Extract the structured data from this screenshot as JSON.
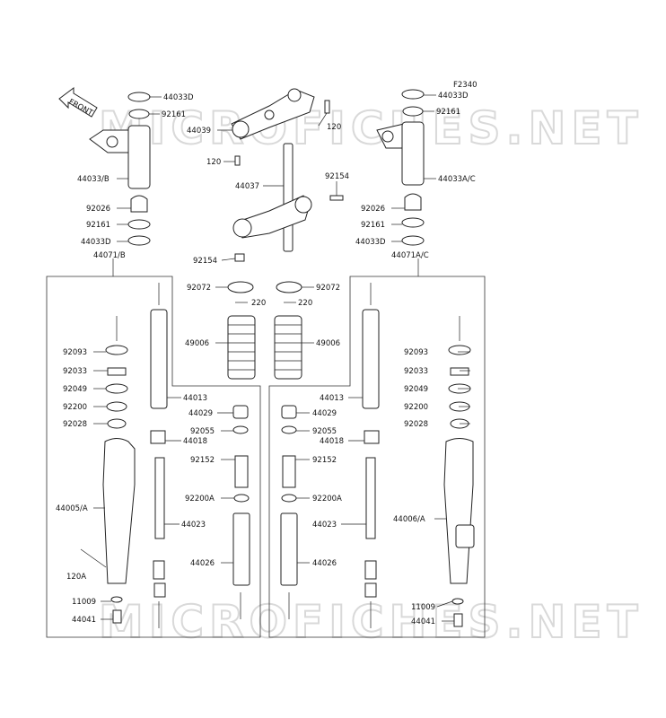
{
  "figure_code": "F2340",
  "watermark": "MICROFICHES.NET",
  "front_arrow": "FRONT",
  "labels": {
    "l44033D_tl": "44033D",
    "l92161_tl": "92161",
    "l44033B": "44033/B",
    "l92026_l": "92026",
    "l92161_l": "92161",
    "l44033D_l": "44033D",
    "l44071B": "44071/B",
    "l44039": "44039",
    "l120_top": "120",
    "l120_mid": "120",
    "l44037": "44037",
    "l92154_r": "92154",
    "l92154_b": "92154",
    "l44033D_tr": "44033D",
    "l92161_tr": "92161",
    "l44033AC": "44033A/C",
    "l92026_r": "92026",
    "l92161_r": "92161",
    "l44033D_r": "44033D",
    "l44071AC": "44071A/C",
    "l92072_l": "92072",
    "l220_l": "220",
    "l92072_r": "92072",
    "l220_r": "220",
    "l49006_l": "49006",
    "l49006_r": "49006",
    "l92093_l": "92093",
    "l92033_l": "92033",
    "l92049_l": "92049",
    "l92200_l": "92200",
    "l92028_l": "92028",
    "l44005A": "44005/A",
    "l120A": "120A",
    "l11009_l": "11009",
    "l44041_l": "44041",
    "l44013_l": "44013",
    "l44029_l": "44029",
    "l92055_l": "92055",
    "l44018_l": "44018",
    "l92152_l": "92152",
    "l92200A_l": "92200A",
    "l44023_l": "44023",
    "l44026_l": "44026",
    "l44013_r": "44013",
    "l44029_r": "44029",
    "l92055_r": "92055",
    "l44018_r": "44018",
    "l92152_r": "92152",
    "l92200A_r": "92200A",
    "l44023_r": "44023",
    "l44026_r": "44026",
    "l92093_r": "92093",
    "l92033_r": "92033",
    "l92049_r": "92049",
    "l92200_r": "92200",
    "l92028_r": "92028",
    "l44006A": "44006/A",
    "l11009_r": "11009",
    "l44041_r": "44041"
  }
}
